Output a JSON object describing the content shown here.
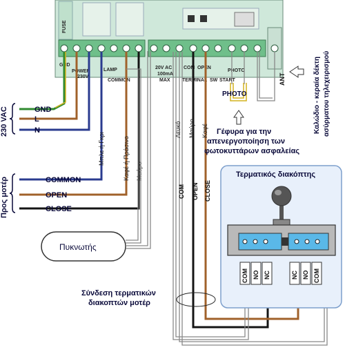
{
  "colors": {
    "board": "#cfe8da",
    "terminal": "#6fbf8a",
    "blue_wire": "#2a3b8f",
    "brown_wire": "#a0612a",
    "black_wire": "#141414",
    "gray_wire": "#888888",
    "yellow_wire": "#d4b21e",
    "green_wire": "#2f8a2f",
    "switch_panel": "#e8f0fb",
    "switch_border": "#7d9fcc"
  },
  "board": {
    "labels": {
      "gnd": "GND",
      "power": "POWER",
      "v230": "230V",
      "lamp": "LAMP",
      "common": "COMMON",
      "v20": "20V AC",
      "ma100": "100mA",
      "max": "MAX",
      "com": "COM",
      "open": "OPEN",
      "terminal": "TERMINAL",
      "sw": "SW",
      "start": "START",
      "photo": "PHOTO",
      "fuse": "FUSE"
    }
  },
  "mains": {
    "title": "230 VAC",
    "gnd": "GND",
    "l": "L",
    "n": "N",
    "note": "Μπλε ή Γκρι"
  },
  "motor": {
    "title": "Προς μοτέρ",
    "common": "COMMON",
    "open": "OPEN",
    "close": "CLOSE",
    "note_brown": "Καφέ ή Πράσινο",
    "note_black": "Μαύρο"
  },
  "capacitor": {
    "label": "Πυκνωτής"
  },
  "terminal_wires": {
    "white": "Λευκό",
    "black": "Μαύρο",
    "brown": "Καφέ",
    "com": "COM",
    "open": "OPEN",
    "close": "CLOSE"
  },
  "photo": {
    "label": "PHOTO",
    "bridge_line1": "Γέφυρα για την",
    "bridge_line2": "απενεργοποίηση των",
    "bridge_line3": "φωτοκυττάρων ασφαλείας"
  },
  "antenna": {
    "label": "ANT",
    "note_line1": "Καλώδιο - κεραία δέκτη",
    "note_line2": "ασύρματου τηλεχειρισμού"
  },
  "limit_switch": {
    "title": "Τερματικός διακόπτης",
    "terminals": [
      "COM",
      "NO",
      "NC",
      "NC",
      "NO",
      "COM"
    ]
  },
  "connection_note": {
    "line1": "Σύνδεση τερματικών",
    "line2": "διακοπτών μοτέρ"
  }
}
